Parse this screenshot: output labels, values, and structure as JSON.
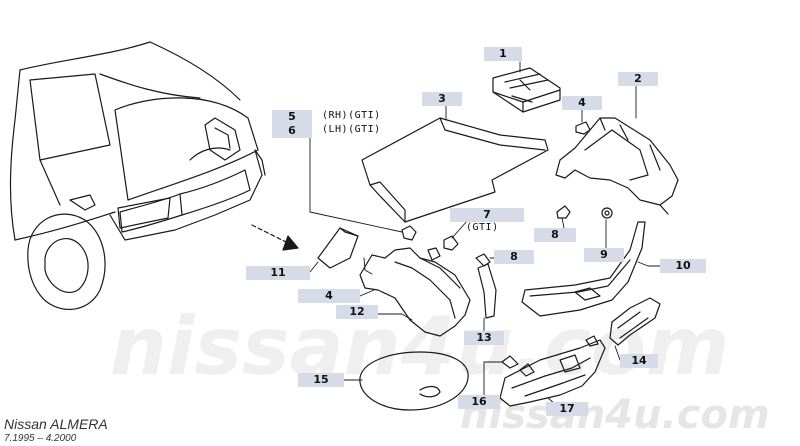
{
  "caption": {
    "model": "Nissan  ALMERA",
    "period": "7.1995 – 4.2000"
  },
  "watermark": {
    "center": "nissan4u.com",
    "bottom": "nissan4u.com"
  },
  "notes": {
    "rh": "(RH)(GTI)",
    "lh": "(LH)(GTI)",
    "gti": "(GTI)"
  },
  "parts": [
    {
      "id": "part-1",
      "label": "1"
    },
    {
      "id": "part-2",
      "label": "2"
    },
    {
      "id": "part-3",
      "label": "3"
    },
    {
      "id": "part-4a",
      "label": "4"
    },
    {
      "id": "part-5",
      "label": "5"
    },
    {
      "id": "part-6",
      "label": "6"
    },
    {
      "id": "part-7",
      "label": "7"
    },
    {
      "id": "part-8a",
      "label": "8"
    },
    {
      "id": "part-8b",
      "label": "8"
    },
    {
      "id": "part-9",
      "label": "9"
    },
    {
      "id": "part-10",
      "label": "10"
    },
    {
      "id": "part-11",
      "label": "11"
    },
    {
      "id": "part-4b",
      "label": "4"
    },
    {
      "id": "part-12",
      "label": "12"
    },
    {
      "id": "part-13",
      "label": "13"
    },
    {
      "id": "part-14",
      "label": "14"
    },
    {
      "id": "part-15",
      "label": "15"
    },
    {
      "id": "part-16",
      "label": "16"
    },
    {
      "id": "part-17",
      "label": "17"
    }
  ]
}
